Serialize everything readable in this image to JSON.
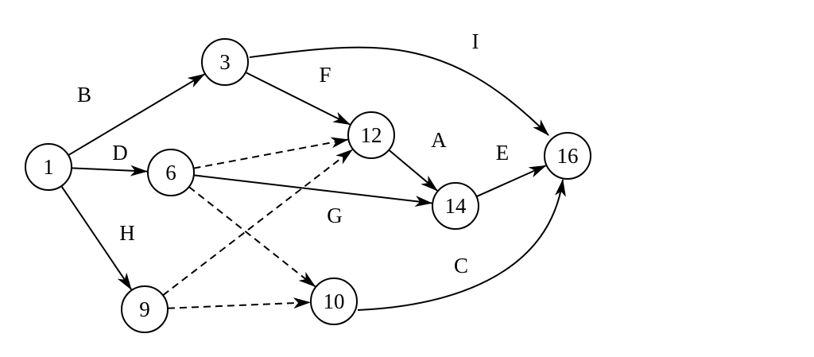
{
  "diagram": {
    "nodes": [
      {
        "id": "1",
        "label": "1"
      },
      {
        "id": "3",
        "label": "3"
      },
      {
        "id": "6",
        "label": "6"
      },
      {
        "id": "9",
        "label": "9"
      },
      {
        "id": "10",
        "label": "10"
      },
      {
        "id": "12",
        "label": "12"
      },
      {
        "id": "14",
        "label": "14"
      },
      {
        "id": "16",
        "label": "16"
      }
    ],
    "edges": [
      {
        "id": "B",
        "from": "1",
        "to": "3",
        "label": "B",
        "style": "solid"
      },
      {
        "id": "D",
        "from": "1",
        "to": "6",
        "label": "D",
        "style": "solid"
      },
      {
        "id": "H",
        "from": "1",
        "to": "9",
        "label": "H",
        "style": "solid"
      },
      {
        "id": "F",
        "from": "3",
        "to": "12",
        "label": "F",
        "style": "solid"
      },
      {
        "id": "I",
        "from": "3",
        "to": "16",
        "label": "I",
        "style": "solid"
      },
      {
        "id": "G",
        "from": "6",
        "to": "14",
        "label": "G",
        "style": "solid"
      },
      {
        "id": "A",
        "from": "12",
        "to": "14",
        "label": "A",
        "style": "solid"
      },
      {
        "id": "E",
        "from": "14",
        "to": "16",
        "label": "E",
        "style": "solid"
      },
      {
        "id": "C",
        "from": "10",
        "to": "16",
        "label": "C",
        "style": "solid"
      },
      {
        "id": "d6-12",
        "from": "6",
        "to": "12",
        "label": "",
        "style": "dashed"
      },
      {
        "id": "d6-10",
        "from": "6",
        "to": "10",
        "label": "",
        "style": "dashed"
      },
      {
        "id": "d9-12",
        "from": "9",
        "to": "12",
        "label": "",
        "style": "dashed"
      },
      {
        "id": "d9-10",
        "from": "9",
        "to": "10",
        "label": "",
        "style": "dashed"
      }
    ]
  }
}
